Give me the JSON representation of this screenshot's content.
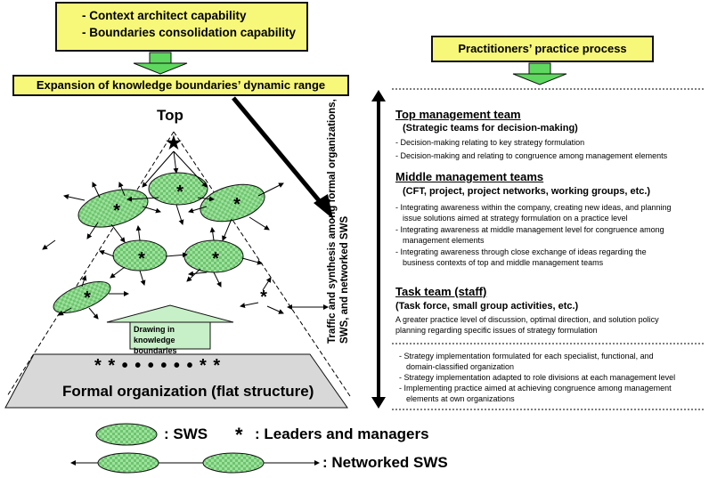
{
  "capabilities": [
    "- Context architect capability",
    "- Boundaries consolidation capability"
  ],
  "expansion_label": "Expansion of knowledge boundaries’ dynamic range",
  "practice_label": "Practitioners’ practice process",
  "top_label": "Top",
  "vertical_label_line1": "Traffic and synthesis among formal organizations,",
  "vertical_label_line2": "SWS, and networked SWS",
  "drawing_label_line1": "Drawing in knowledge",
  "drawing_label_line2": "boundaries",
  "stars_row": "* * • • • • • • * *",
  "formal_label": "Formal organization (flat structure)",
  "top_mgmt": {
    "title": "Top management team",
    "subtitle": "(Strategic teams for decision-making)",
    "items": [
      "- Decision-making relating to key strategy formulation",
      "- Decision-making and relating to congruence among management elements"
    ]
  },
  "middle_mgmt": {
    "title": "Middle management teams",
    "subtitle": "(CFT, project,  project networks, working groups, etc.)",
    "items": [
      "- Integrating awareness within the company, creating new ideas, and planning",
      "issue solutions aimed at strategy formulation on a practice level",
      "- Integrating awareness at middle management level for congruence among",
      "management elements",
      "- Integrating awareness through close exchange of ideas regarding the",
      "business contexts of top and middle management teams"
    ]
  },
  "task_team": {
    "title": "Task team (staff)",
    "subtitle": "(Task force, small group activities, etc.)",
    "items": [
      "A greater practice level of discussion, optimal direction, and solution policy",
      "planning regarding specific issues of strategy formulation"
    ]
  },
  "implementation": [
    "- Strategy implementation formulated for each specialist, functional, and",
    "domain-classified organization",
    "- Strategy implementation adapted to role divisions at each management level",
    "- Implementing practice aimed at achieving congruence among management",
    "elements at own organizations"
  ],
  "legend": {
    "sws": ": SWS",
    "leaders_star": "*",
    "leaders": ": Leaders and managers",
    "networked": ": Networked SWS"
  },
  "colors": {
    "box_yellow": "#f7f77a",
    "arrow_green": "#5fd85f",
    "ellipse_green": "#8fd88f",
    "trapezoid": "#d8d8d8"
  }
}
